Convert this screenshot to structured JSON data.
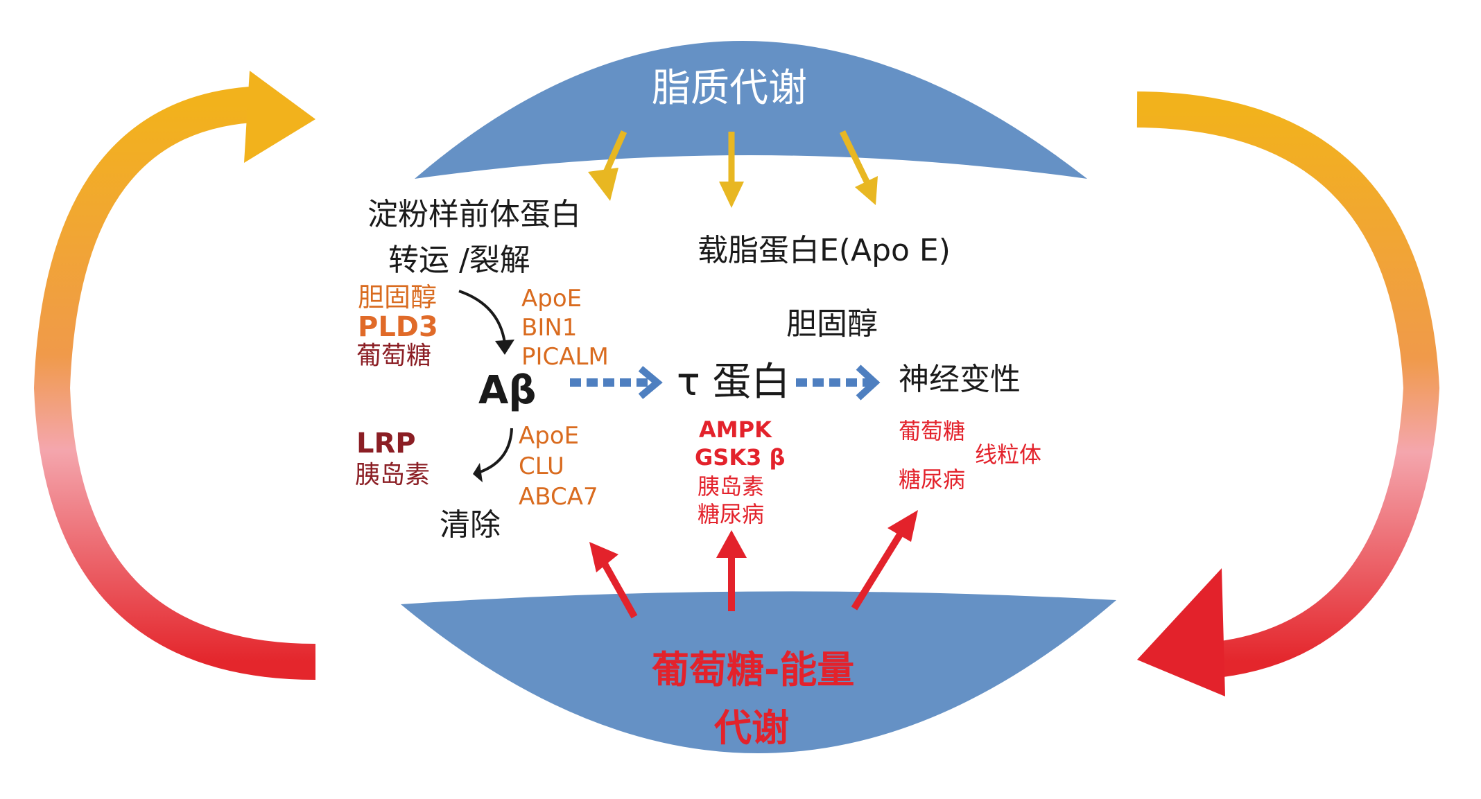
{
  "top_cap": {
    "title": "脂质代谢"
  },
  "bottom_cap": {
    "line1": "葡萄糖-能量",
    "line2": "代谢"
  },
  "app_block": {
    "title_line1": "淀粉样前体蛋白",
    "title_line2": "转运 /裂解",
    "left_factors": [
      "胆固醇",
      "PLD3",
      "葡萄糖"
    ],
    "right_factors": [
      "ApoE",
      "BIN1",
      "PICALM"
    ]
  },
  "abeta": {
    "label": "Aβ"
  },
  "clearance": {
    "left_factors": [
      "LRP",
      "胰岛素"
    ],
    "right_factors": [
      "ApoE",
      "CLU",
      "ABCA7"
    ],
    "label": "清除"
  },
  "apoe_label": "载脂蛋白E(Apo E)",
  "cholesterol_label": "胆固醇",
  "tau": {
    "label": "τ 蛋白",
    "factors": [
      "AMPK",
      "GSK3 β",
      "胰岛素",
      "糖尿病"
    ]
  },
  "neuro": {
    "label": "神经变性",
    "factors": [
      "葡萄糖",
      "糖尿病"
    ],
    "side_factor": "线粒体"
  },
  "colors": {
    "cap_blue": "#6591c5",
    "arrow_orange": "#f0b41e",
    "arrow_red": "#e3222b",
    "dotted_blue": "#4e7fc0"
  }
}
